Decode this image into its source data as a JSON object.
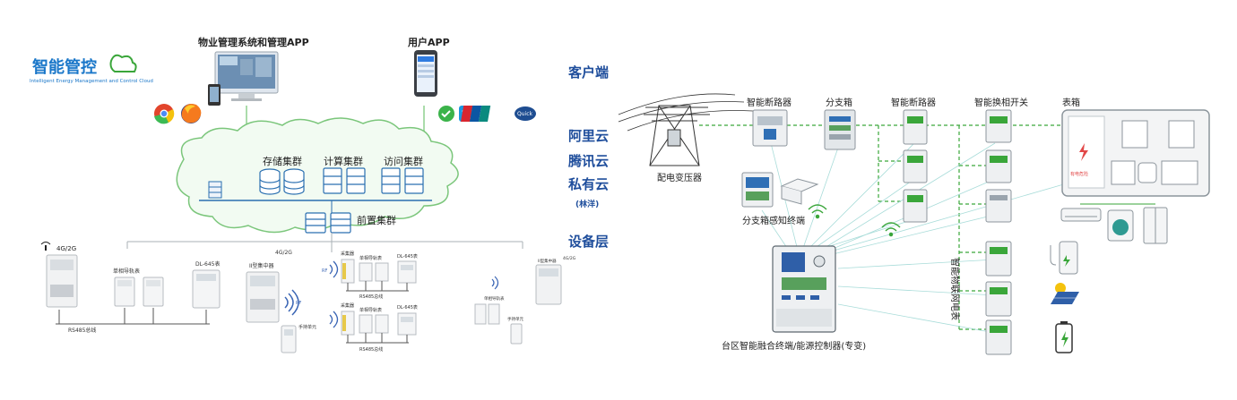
{
  "logo": {
    "title": "智能管控",
    "subtitle": "Intelligent Energy Management and Control Cloud"
  },
  "client": {
    "pc_app_title": "物业管理系统和管理APP",
    "user_app_title": "用户APP"
  },
  "cloud": {
    "storage": "存储集群",
    "compute": "计算集群",
    "access": "访问集群",
    "front": "前置集群"
  },
  "layers": {
    "customer": "客户端",
    "aliyun": "阿里云",
    "tencent": "腾讯云",
    "private": "私有云",
    "private_note": "(林洋)",
    "device": "设备层"
  },
  "devices": {
    "net_4g_left": "4G/2G",
    "single_phase_1": "单相导轨表",
    "dl645_1": "DL-645表",
    "rs485_1": "RS485总线",
    "concentrator_2": "II型集中器",
    "net_4g_mid": "4G/2G",
    "rf_1": "RF",
    "rf_2": "RF",
    "handheld": "手持单元",
    "collector_1": "采集器",
    "single_phase_2": "单相导轨表",
    "dl645_2": "DL-645表",
    "rs485_2": "RS485总线",
    "collector_2": "采集器",
    "single_phase_3": "单相导轨表",
    "dl645_3": "DL-645表",
    "rs485_3": "RS485总线",
    "single_phase_4": "单相导轨表",
    "handheld_2": "手持单元",
    "concentrator_4": "II型集中器",
    "net_4g_right": "4G/2G"
  },
  "right": {
    "transformer": "配电变压器",
    "breaker_1": "智能断路器",
    "branch_box": "分支箱",
    "breaker_2": "智能断路器",
    "phase_switch": "智能换相开关",
    "meter_box": "表箱",
    "branch_sensor": "分支箱感知终端",
    "iot_meter": "智能物联网电表",
    "terminal": "台区智能融合终端/能源控制器(专变)",
    "warning": "有电危险"
  },
  "colors": {
    "green": "#3aa63a",
    "light_green": "#8fd18f",
    "blue": "#1f4e9c",
    "cloud_green": "#7bc67b",
    "teal": "#1e8fa0"
  }
}
